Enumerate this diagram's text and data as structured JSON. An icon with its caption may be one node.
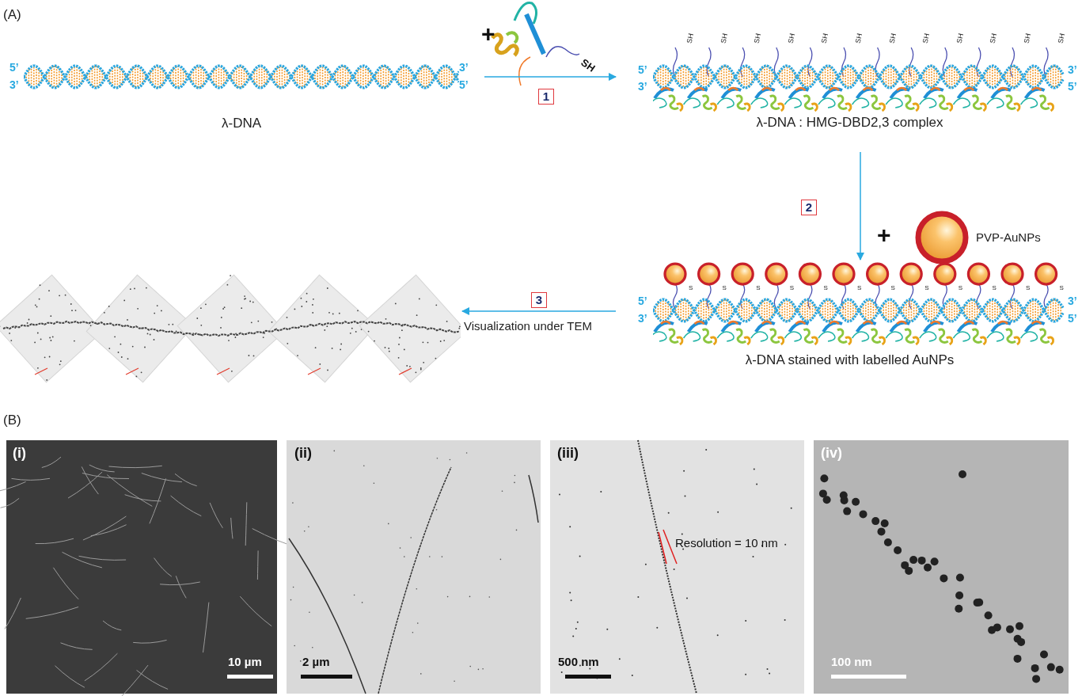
{
  "diagram": {
    "nodes": [
      {
        "text": [
          "λ-DNA"
        ]
      },
      {
        "text": [
          "λ-DNA : HMG-DBD2,3 complex"
        ]
      },
      {
        "text": [
          "λ-DNA stained with labelled AuNPs"
        ]
      },
      {
        "text": [],
        "shape": "picture"
      }
    ],
    "edges": [
      {
        "from": 0,
        "to": 1,
        "arrow": "to",
        "label": "1"
      },
      {
        "from": 1,
        "to": 2,
        "arrow": "to",
        "label": "2"
      },
      {
        "from": 2,
        "to": 3,
        "arrow": "to",
        "label": "3"
      }
    ],
    "labels": [
      "(A)",
      "+",
      "SH",
      "5’",
      "3’",
      "3’",
      "5’",
      "5’",
      "3’",
      "3’",
      "5’",
      "SH",
      "SH",
      "SH",
      "SH",
      "SH",
      "SH",
      "SH",
      "SH",
      "SH",
      "SH",
      "SH",
      "SH",
      "+",
      "PVP-AuNPs",
      "S",
      "S",
      "S",
      "S",
      "S",
      "S",
      "S",
      "S",
      "S",
      "S",
      "S",
      "S",
      "5’",
      "3’",
      "3’",
      "5’",
      "Visualization under TEM",
      "(B)",
      "(i)",
      "10 µm",
      "(ii)",
      "2 µm",
      "(iii)",
      "Resolution = 10 nm",
      "500 nm",
      "(iv)",
      "100 nm"
    ]
  }
}
